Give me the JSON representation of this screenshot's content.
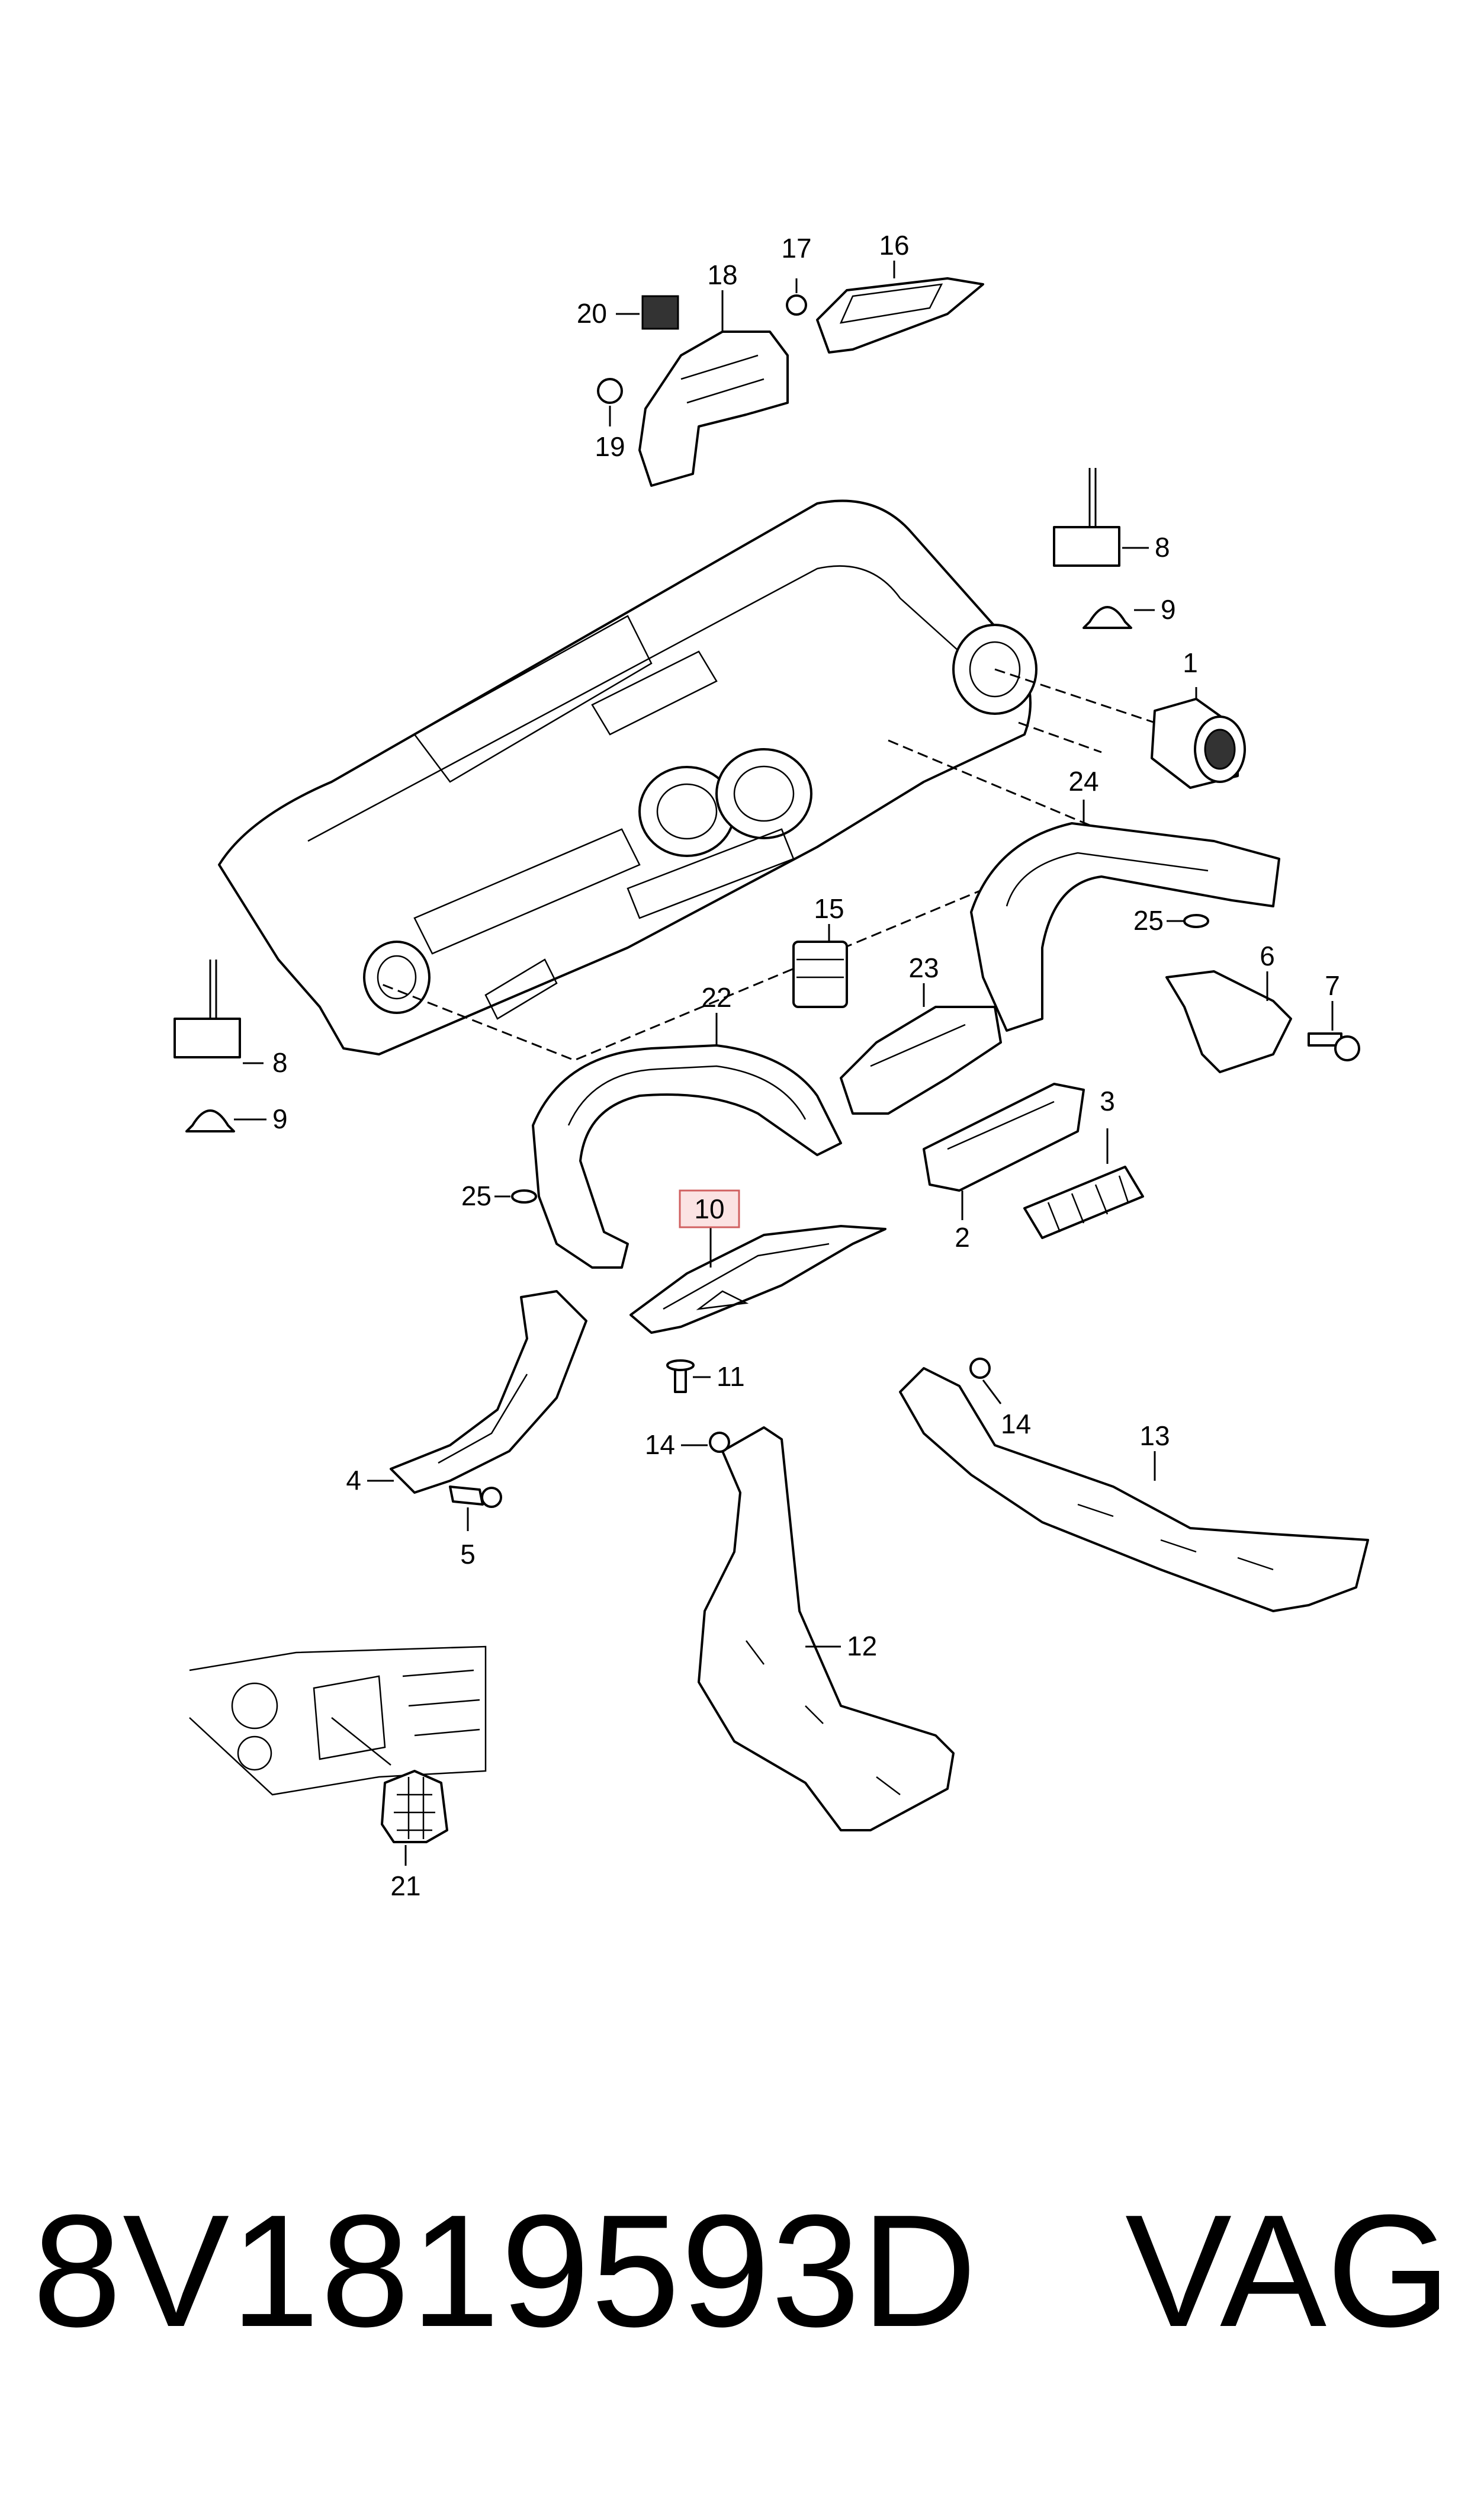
{
  "diagram": {
    "callouts": {
      "c1": "1",
      "c2": "2",
      "c3": "3",
      "c4": "4",
      "c5": "5",
      "c6": "6",
      "c7": "7",
      "c8a": "8",
      "c8b": "8",
      "c9a": "9",
      "c9b": "9",
      "c10": "10",
      "c11": "11",
      "c12": "12",
      "c13": "13",
      "c14a": "14",
      "c14b": "14",
      "c15": "15",
      "c16": "16",
      "c17": "17",
      "c18": "18",
      "c19": "19",
      "c20": "20",
      "c21": "21",
      "c22": "22",
      "c23": "23",
      "c24": "24",
      "c25a": "25",
      "c25b": "25"
    },
    "highlight_color": "#d06060"
  },
  "footer": {
    "part_number": "8V1819593D",
    "brand": "VAG"
  }
}
